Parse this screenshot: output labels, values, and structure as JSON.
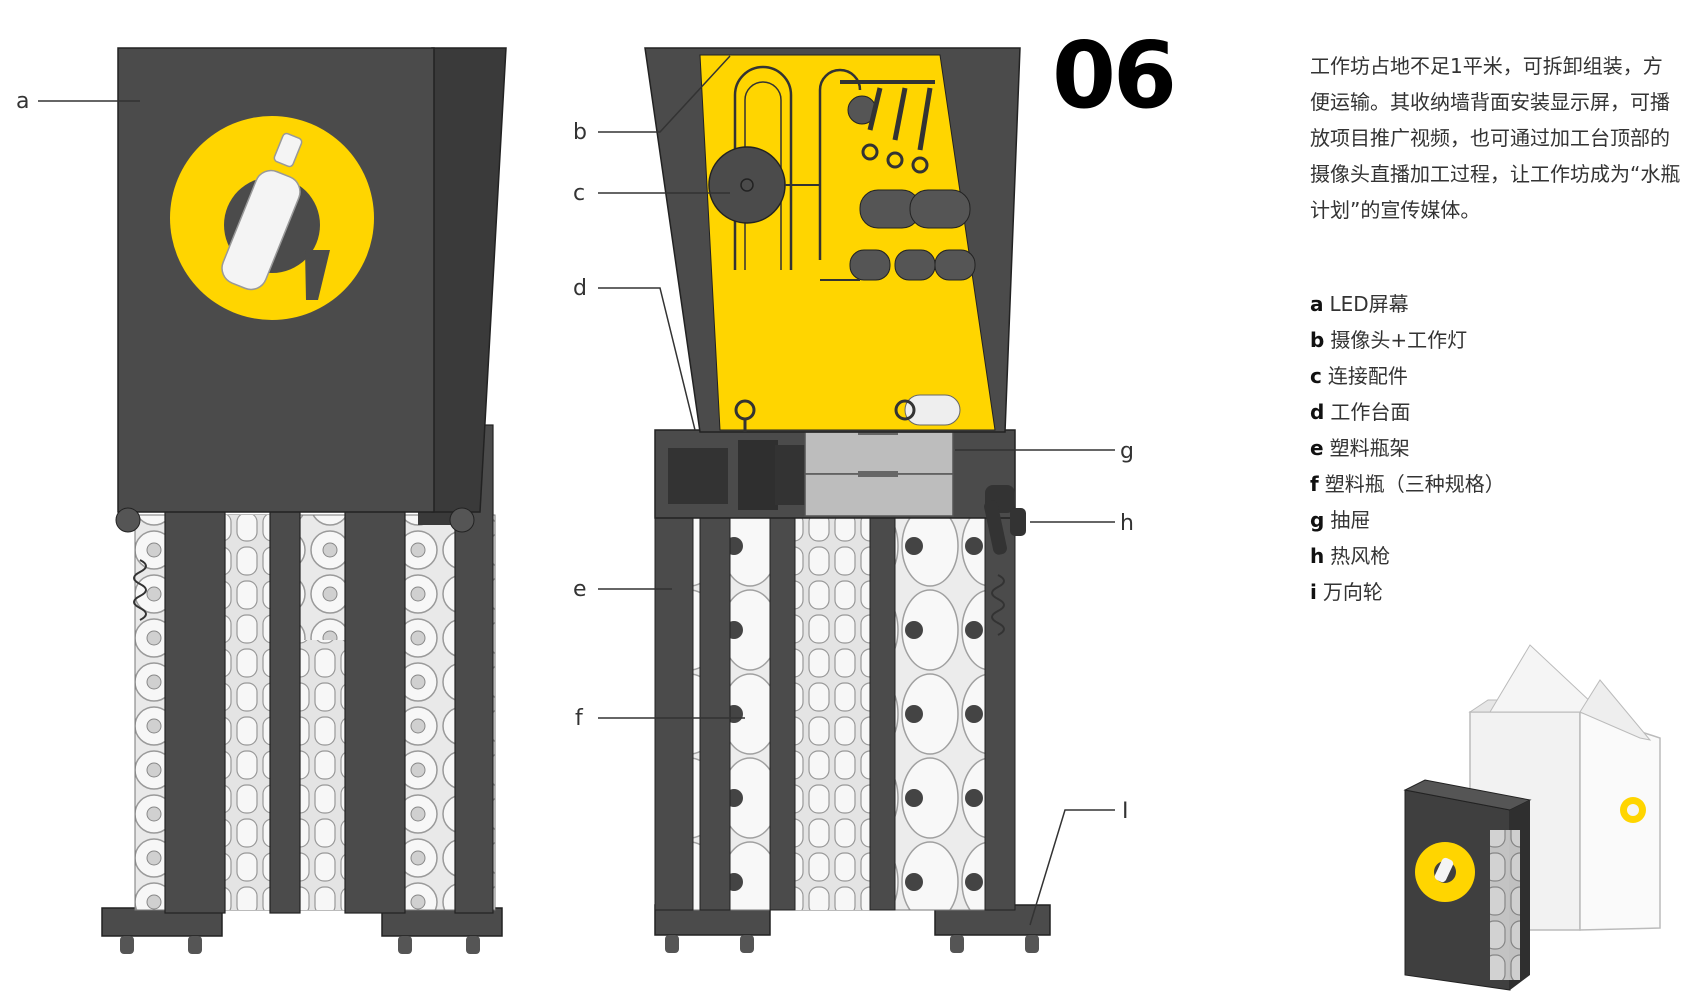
{
  "section_number": "06",
  "description_lines": [
    "工作坊占地不足1平米，可拆卸组装，方",
    "便运输。其收纳墙背面安装显示屏，可播",
    "放项目推广视频，也可通过加工台顶部的",
    "摄像头直播加工过程，让工作坊成为“水瓶",
    "计划”的宣传媒体。"
  ],
  "legend": [
    {
      "key": "a",
      "label": "LED屏幕"
    },
    {
      "key": "b",
      "label": "摄像头+工作灯"
    },
    {
      "key": "c",
      "label": "连接配件"
    },
    {
      "key": "d",
      "label": "工作台面"
    },
    {
      "key": "e",
      "label": "塑料瓶架"
    },
    {
      "key": "f",
      "label": "塑料瓶（三种规格）"
    },
    {
      "key": "g",
      "label": "抽屉"
    },
    {
      "key": "h",
      "label": "热风枪"
    },
    {
      "key": "i",
      "label": "万向轮"
    }
  ],
  "callouts": {
    "a": "a",
    "b": "b",
    "c": "c",
    "d": "d",
    "e": "e",
    "f": "f",
    "g": "g",
    "h": "h",
    "i": "I"
  },
  "colors": {
    "body": "#4b4b4b",
    "body_dark": "#3a3a3a",
    "accent_yellow": "#ffd500",
    "bottle": "#f2f2f2",
    "line": "#333333"
  }
}
